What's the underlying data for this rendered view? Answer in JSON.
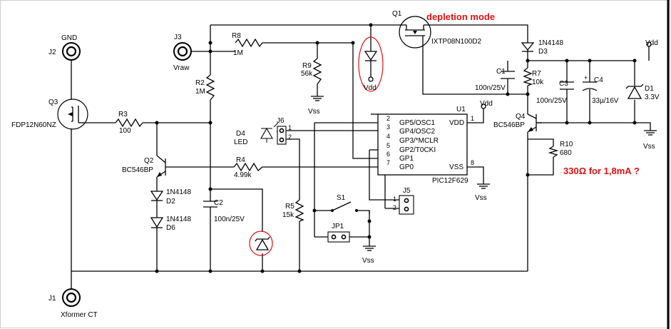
{
  "labels": {
    "gnd": "GND",
    "j2": "J2",
    "j3": "J3",
    "vraw": "Vraw",
    "r8": "R8",
    "r8_value": "1M",
    "r2": "R2",
    "r2_value": "1M",
    "r9": "R9",
    "r9_value": "56k",
    "vss": "Vss",
    "vdd": "Vdd",
    "q1": "Q1",
    "depletion_mode": "depletion  mode",
    "q1_part": "IXTP08N100D2",
    "d3_part": "1N4148",
    "d3": "D3",
    "c1": "C1",
    "c1_value": "100n/25V",
    "r7": "R7",
    "r7_value": "10k",
    "c3": "C3",
    "c3_value": "100n/25V",
    "c4": "C4",
    "c4_value": "33µ/16V",
    "d1": "D1",
    "d1_value": "3.3V",
    "q4": "Q4",
    "q4_part": "BC546BP",
    "r10": "R10",
    "r10_value": "680",
    "annotation_330": "330Ω  for  1,8mA  ?",
    "u1": "U1",
    "pin_gp5": "GP5/OSC1",
    "pin_gp4": "GP4/OSC2",
    "pin_gp3": "GP3/*MCLR",
    "pin_gp2": "GP2/T0CKI",
    "pin_gp1": "GP1",
    "pin_gp0": "GP0",
    "pin_vdd": "VDD",
    "pin_vss": "VSS",
    "pin1": "1",
    "pin2": "2",
    "pin3": "3",
    "pin4": "4",
    "pin5": "5",
    "pin6": "6",
    "pin7": "7",
    "pin8": "8",
    "u1_part": "PIC12F629",
    "q3": "Q3",
    "q3_part": "FDP12N60NZ",
    "r3": "R3",
    "r3_value": "100",
    "q2": "Q2",
    "q2_part": "BC546BP",
    "d2_part": "1N4148",
    "d2": "D2",
    "d6_part": "1N4148",
    "d6": "D6",
    "c2": "C2",
    "c2_value": "100n/25V",
    "r4": "R4",
    "r4_value": "4.99k",
    "d4": "D4",
    "led": "LED",
    "j6": "J6",
    "r5": "R5",
    "r5_value": "15k",
    "s1": "S1",
    "j5": "J5",
    "jp1": "JP1",
    "j1": "J1",
    "xformer_ct": "Xformer CT"
  },
  "colors": {
    "wire": "#000000",
    "annotation": "#e01010",
    "background": "#ffffff"
  }
}
